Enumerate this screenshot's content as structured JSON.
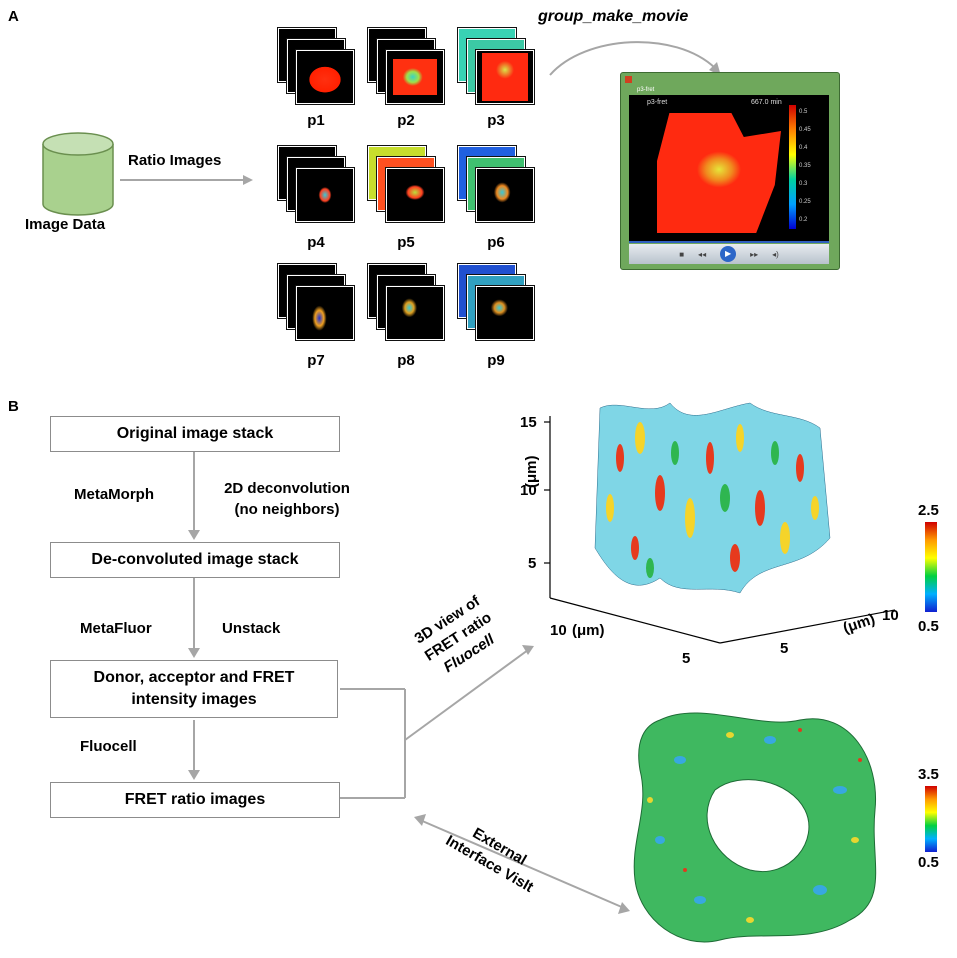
{
  "panel_a": {
    "letter": "A",
    "source_label": "Image Data",
    "arrow_label": "Ratio Images",
    "movie_label": "group_make_movie",
    "cells": [
      "p1",
      "p2",
      "p3",
      "p4",
      "p5",
      "p6",
      "p7",
      "p8",
      "p9"
    ],
    "player": {
      "window_title": "p3-fret",
      "image_title": "p3-fret",
      "time": "667.0 min",
      "colorbar_ticks": [
        "0.5",
        "0.45",
        "0.4",
        "0.35",
        "0.3",
        "0.25",
        "0.2"
      ]
    }
  },
  "panel_b": {
    "letter": "B",
    "flow_boxes": [
      "Original image stack",
      "De-convoluted image stack",
      "Donor, acceptor and FRET intensity images",
      "FRET ratio images"
    ],
    "step1_left": "MetaMorph",
    "step1_right": "2D deconvolution (no neighbors)",
    "step2_left": "MetaFluor",
    "step2_right": "Unstack",
    "step3_left": "Fluocell",
    "upper_link": [
      "3D view of",
      "FRET ratio",
      "Fluocell"
    ],
    "lower_link": [
      "External",
      "Interface VisIt"
    ],
    "plot1": {
      "z_ticks": [
        "15",
        "10",
        "5"
      ],
      "z_unit": "(μm)",
      "x_ticks_left": [
        "10",
        "5"
      ],
      "x_unit_left": "(μm)",
      "x_ticks_right": [
        "10",
        "5"
      ],
      "x_unit_right": "(μm)",
      "colorbar_max": "2.5",
      "colorbar_min": "0.5"
    },
    "plot2": {
      "colorbar_max": "3.5",
      "colorbar_min": "0.5"
    }
  }
}
